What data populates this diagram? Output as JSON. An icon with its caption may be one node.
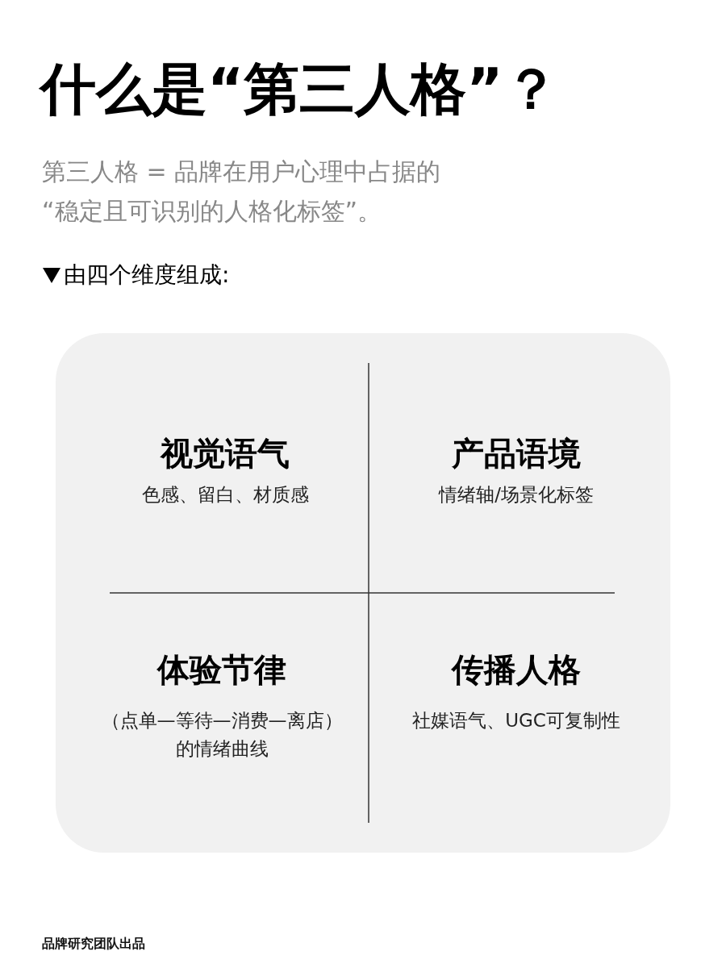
{
  "diagram": {
    "title": "什么是“第三人格”？",
    "nodes": [
      {
        "text": [],
        "shape": "box"
      },
      {
        "text": [
          "视觉语气",
          "色感、留白、材质感"
        ],
        "in": 0
      },
      {
        "text": [
          "产品语境",
          "情绪轴/场景化标签"
        ],
        "in": 0
      },
      {
        "text": [
          "体验节律",
          "（点单—等待—消费—离店）的情绪曲线"
        ],
        "in": 0
      },
      {
        "text": [
          "传播人格",
          "社媒语气、UGC可复制性"
        ],
        "in": 0
      }
    ],
    "labels": [
      "第三人格 = 品牌在用户心理中占据的“稳定且可识别的人格化标签”。",
      "由四个维度组成:",
      "品牌研究团队出品"
    ]
  }
}
